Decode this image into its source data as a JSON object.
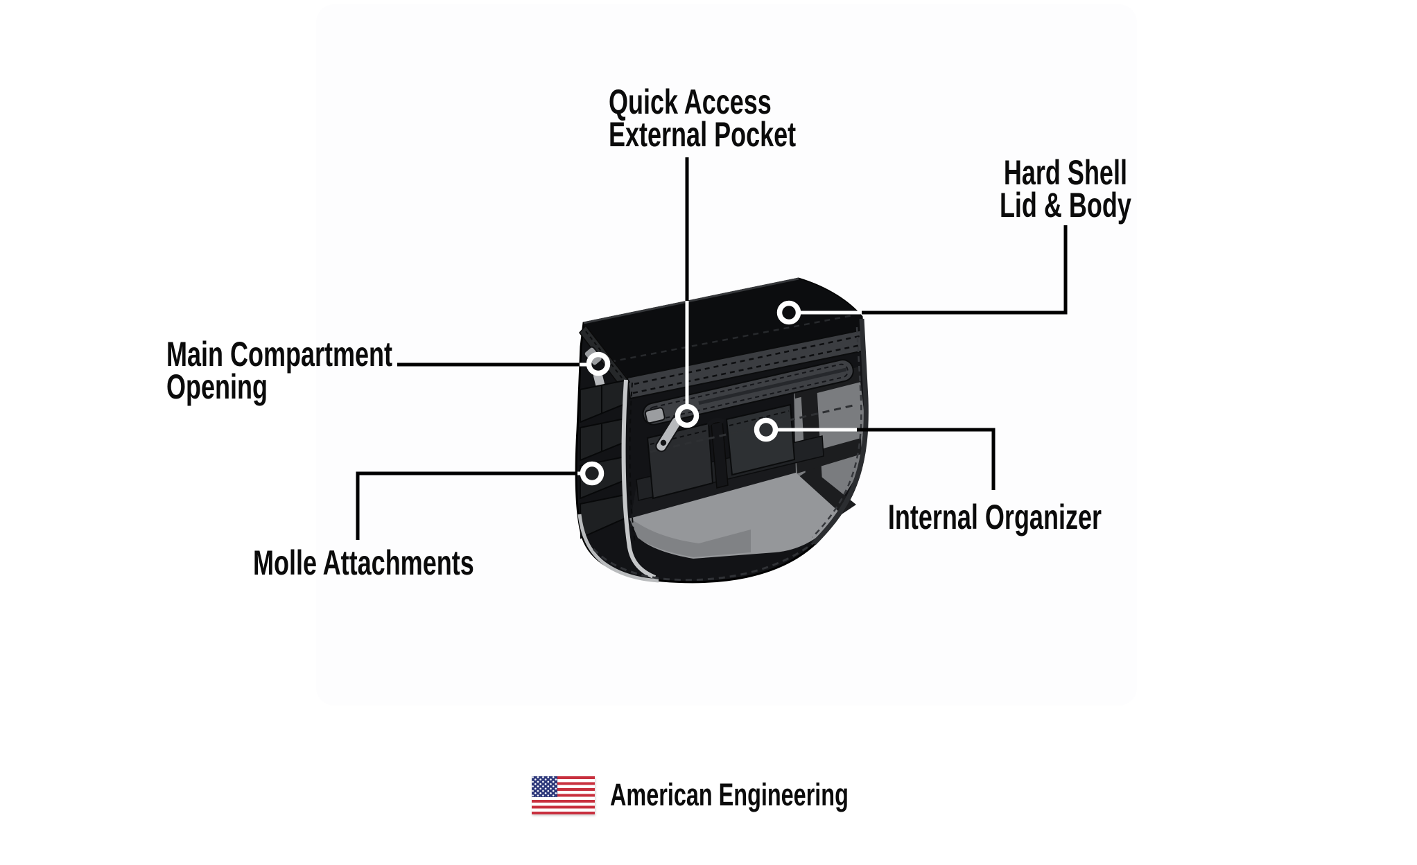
{
  "diagram": {
    "callouts": [
      {
        "id": "quick-access-external-pocket",
        "lines": [
          "Quick Access",
          "External Pocket"
        ]
      },
      {
        "id": "hard-shell-lid-body",
        "lines": [
          "Hard Shell",
          "Lid & Body"
        ]
      },
      {
        "id": "main-compartment-opening",
        "lines": [
          "Main Compartment",
          "Opening"
        ]
      },
      {
        "id": "molle-attachments",
        "lines": [
          "Molle Attachments"
        ]
      },
      {
        "id": "internal-organizer",
        "lines": [
          "Internal Organizer"
        ]
      }
    ]
  },
  "footer": {
    "label": "American Engineering"
  },
  "colors": {
    "shell_black": "#0c0d0f",
    "panel_dark": "#121316",
    "trim_gray": "#3b3d41",
    "rail_gray": "#3e4044",
    "interior_gray": "#95979a",
    "interior_wall_gray": "#7a7c7f",
    "piping_gray": "#c5c7c9",
    "zipper_pull_gray": "#b7b9bc",
    "callout_line": "#000000",
    "callout_dot": "#ffffff",
    "label_text": "#0b0b0b",
    "flag_red": "#c8303e",
    "flag_blue": "#2b3679"
  }
}
